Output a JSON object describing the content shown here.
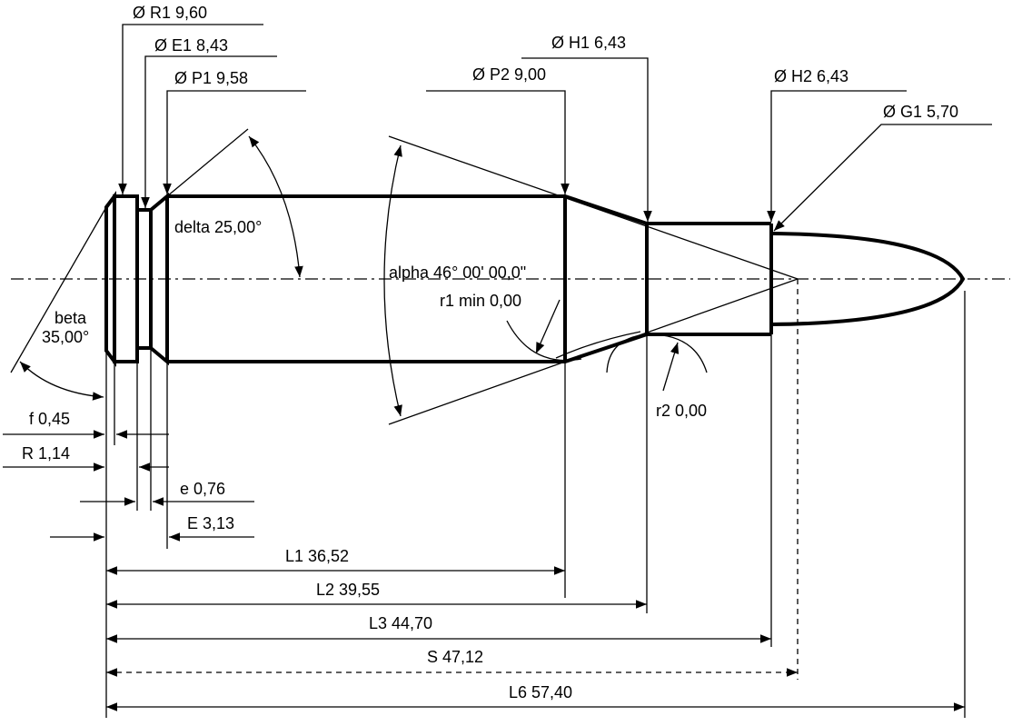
{
  "diameters": {
    "R1": "Ø R1  9,60",
    "E1": "Ø E1  8,43",
    "P1": "Ø P1  9,58",
    "P2": "Ø P2  9,00",
    "H1": "Ø H1  6,43",
    "H2": "Ø H2  6,43",
    "G1": "Ø G1  5,70"
  },
  "angles": {
    "delta": "delta  25,00°",
    "alpha": "alpha  46° 00' 00,0\"",
    "beta_word": "beta",
    "beta_value": "35,00°"
  },
  "radii": {
    "r1": "r1 min  0,00",
    "r2": "r2  0,00"
  },
  "small_dims": {
    "f": "f  0,45",
    "R": "R  1,14",
    "e": "e  0,76",
    "E": "E  3,13"
  },
  "lengths": {
    "L1": "L1  36,52",
    "L2": "L2  39,55",
    "L3": "L3  44,70",
    "S": "S  47,12",
    "L6": "L6  57,40"
  }
}
